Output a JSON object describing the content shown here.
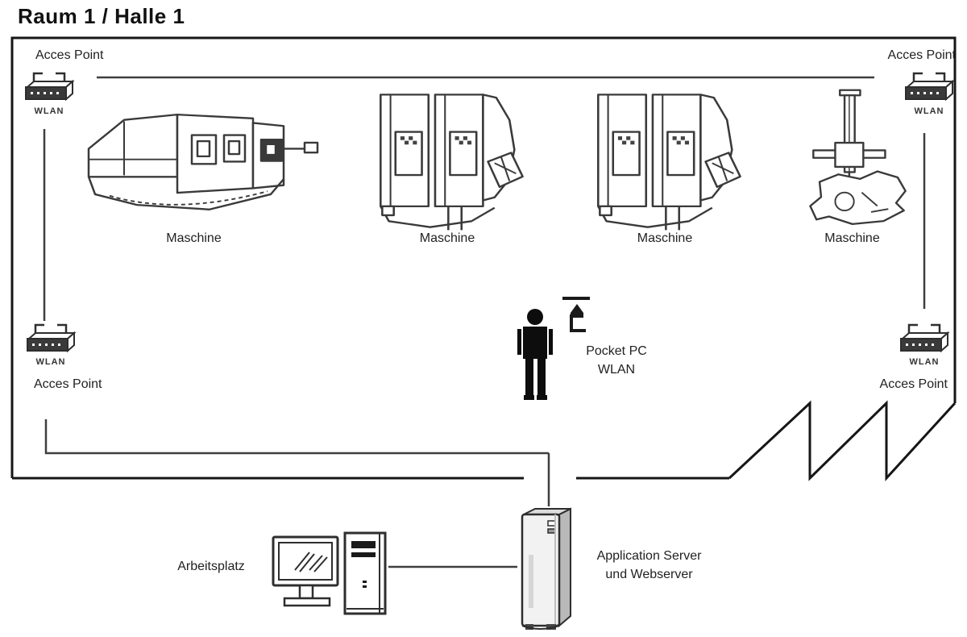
{
  "title": "Raum 1 / Halle 1",
  "access_points": [
    {
      "position": "top-left",
      "label": "Acces Point",
      "device": "WLAN"
    },
    {
      "position": "top-right",
      "label": "Acces Point",
      "device": "WLAN"
    },
    {
      "position": "bottom-left",
      "label": "Acces Point",
      "device": "WLAN"
    },
    {
      "position": "bottom-right",
      "label": "Acces Point",
      "device": "WLAN"
    }
  ],
  "machines": [
    {
      "label": "Maschine",
      "type": "horizontal-machining-center"
    },
    {
      "label": "Maschine",
      "type": "cabinet-machining-center"
    },
    {
      "label": "Maschine",
      "type": "cabinet-machining-center"
    },
    {
      "label": "Maschine",
      "type": "drill-press"
    }
  ],
  "mobile_user": {
    "device_line1": "Pocket PC",
    "device_line2": "WLAN"
  },
  "workstation": {
    "label": "Arbeitsplatz"
  },
  "server": {
    "label_line1": "Application Server",
    "label_line2": "und Webserver"
  },
  "icons": {
    "access_point": "wlan-router-icon",
    "mobile_device": "pocket-pc-icon",
    "user": "person-silhouette-icon",
    "workstation": "desktop-monitor-icon-and-tower-icon",
    "server": "server-tower-icon"
  },
  "colors": {
    "background": "#ffffff",
    "room_border": "#161616",
    "connection_line": "#3f3f3f",
    "drawing_stroke": "#3a3a3a",
    "text": "#1f1f1f"
  }
}
